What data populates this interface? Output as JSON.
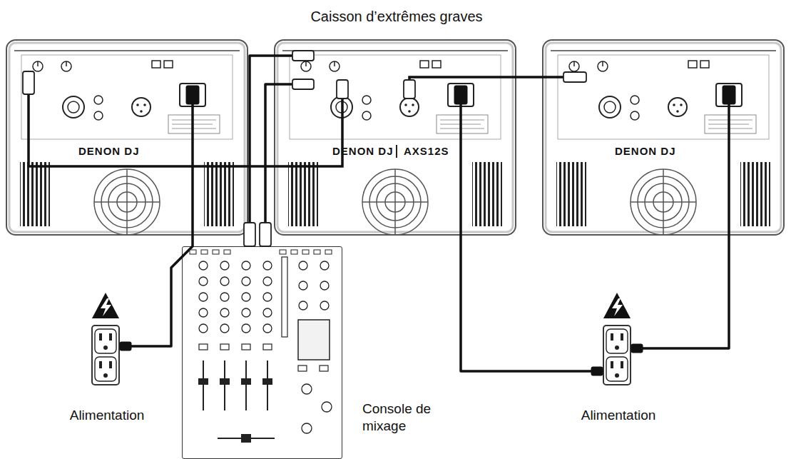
{
  "diagram": {
    "nodes": [
      {
        "text": [
          "DENON DJ"
        ]
      },
      {
        "text": [
          "Caisson d’extrêmes graves",
          "DENON DJ",
          "AXS12S"
        ]
      },
      {
        "text": [
          "DENON DJ"
        ]
      },
      {
        "text": [
          "Alimentation"
        ]
      },
      {
        "text": [
          "Console de mixage"
        ]
      },
      {
        "text": [
          "Alimentation"
        ]
      }
    ],
    "edges": [
      {
        "from": 4,
        "to": 1,
        "arrow": "none"
      },
      {
        "from": 4,
        "to": 1,
        "arrow": "none"
      },
      {
        "from": 1,
        "to": 0,
        "arrow": "none"
      },
      {
        "from": 1,
        "to": 2,
        "arrow": "none"
      },
      {
        "from": 0,
        "to": 3,
        "arrow": "none"
      },
      {
        "from": 1,
        "to": 5,
        "arrow": "none"
      },
      {
        "from": 2,
        "to": 5,
        "arrow": "none"
      }
    ]
  }
}
